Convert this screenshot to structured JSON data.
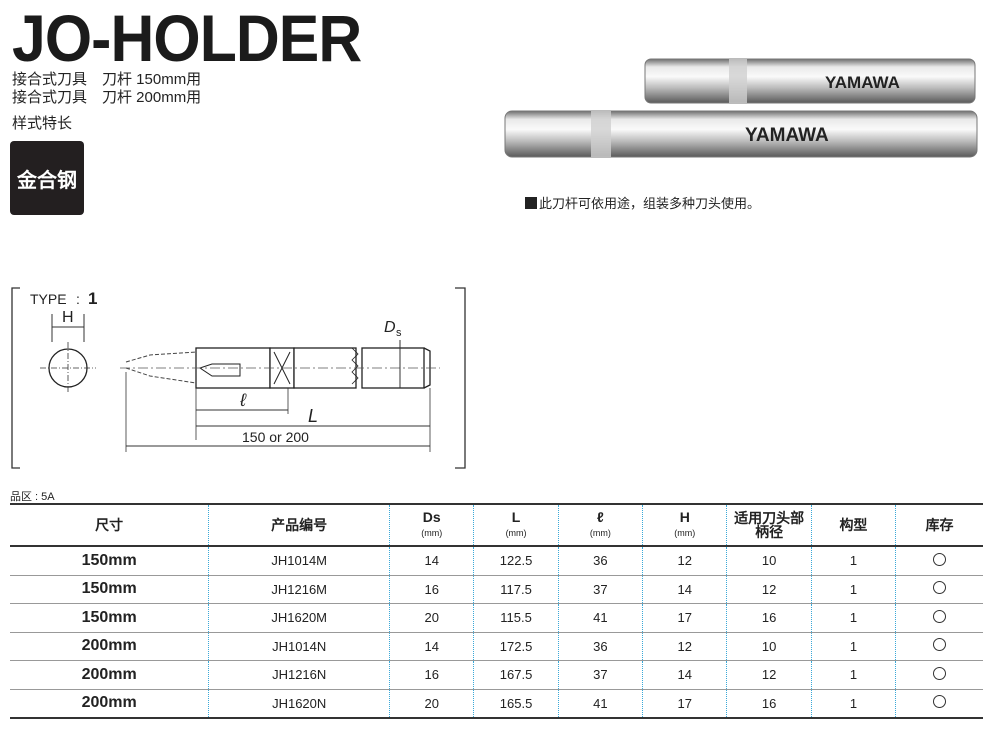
{
  "header": {
    "title": "JO-HOLDER",
    "subtitle_lines": [
      "接合式刀具　刀杆 150mm用",
      "接合式刀具　刀杆 200mm用",
      "样式特长"
    ],
    "material_badge": "金合钢",
    "feature_note": "此刀杆可依用途，组装多种刀头使用。"
  },
  "product_images": {
    "brand_text": "YAMAWA"
  },
  "drawing": {
    "type_label": "TYPE",
    "type_value": "1",
    "h_label": "H",
    "ds_label": "D",
    "ds_sub": "s",
    "l_small": "ℓ",
    "l_large": "L",
    "total_length": "150 or 200"
  },
  "region_label": "品区 : 5A",
  "table": {
    "headers": [
      {
        "label": "尺寸",
        "unit": ""
      },
      {
        "label": "产品编号",
        "unit": ""
      },
      {
        "label": "Ds",
        "unit": "(mm)"
      },
      {
        "label": "L",
        "unit": "(mm)"
      },
      {
        "label": "ℓ",
        "unit": "(mm)"
      },
      {
        "label": "H",
        "unit": "(mm)"
      },
      {
        "label": "适用刀头部柄径",
        "unit": ""
      },
      {
        "label": "构型",
        "unit": ""
      },
      {
        "label": "库存",
        "unit": ""
      }
    ],
    "rows": [
      {
        "size": "150mm",
        "code": "JH1014M",
        "ds": "14",
        "L": "122.5",
        "l": "36",
        "H": "12",
        "shank": "10",
        "type": "1",
        "stock": "○"
      },
      {
        "size": "150mm",
        "code": "JH1216M",
        "ds": "16",
        "L": "117.5",
        "l": "37",
        "H": "14",
        "shank": "12",
        "type": "1",
        "stock": "○"
      },
      {
        "size": "150mm",
        "code": "JH1620M",
        "ds": "20",
        "L": "115.5",
        "l": "41",
        "H": "17",
        "shank": "16",
        "type": "1",
        "stock": "○"
      },
      {
        "size": "200mm",
        "code": "JH1014N",
        "ds": "14",
        "L": "172.5",
        "l": "36",
        "H": "12",
        "shank": "10",
        "type": "1",
        "stock": "○"
      },
      {
        "size": "200mm",
        "code": "JH1216N",
        "ds": "16",
        "L": "167.5",
        "l": "37",
        "H": "14",
        "shank": "12",
        "type": "1",
        "stock": "○"
      },
      {
        "size": "200mm",
        "code": "JH1620N",
        "ds": "20",
        "L": "165.5",
        "l": "41",
        "H": "17",
        "shank": "16",
        "type": "1",
        "stock": "○"
      }
    ]
  }
}
